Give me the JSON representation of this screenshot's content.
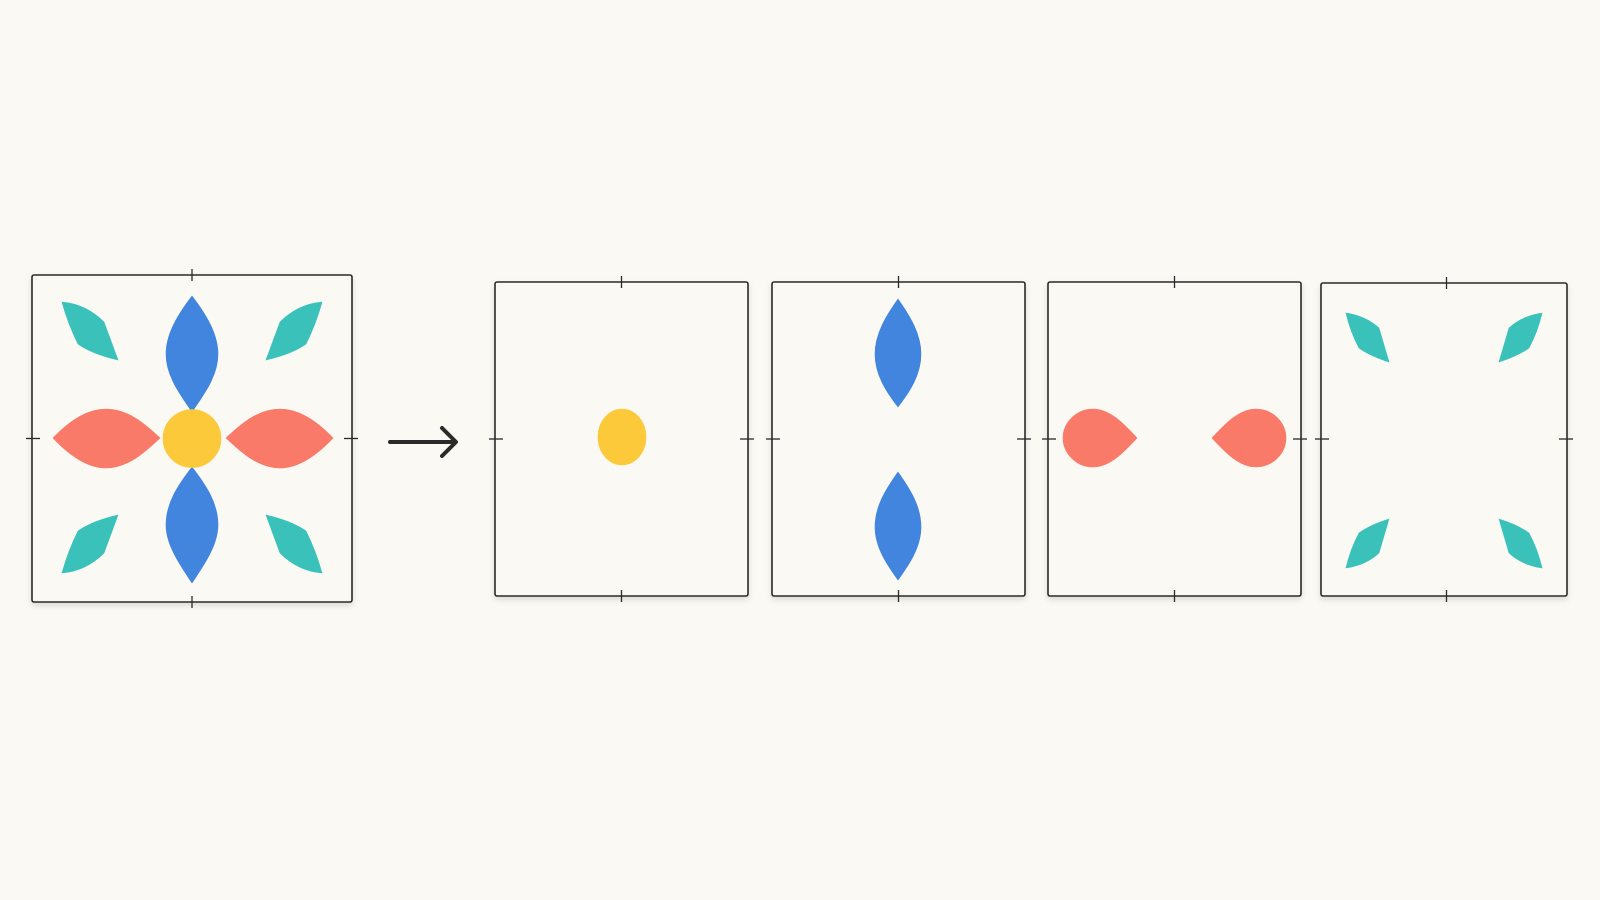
{
  "colors": {
    "background": "#FBF9F3",
    "frame_stroke": "#2A2A2A",
    "arrow": "#2A2A2A",
    "center_disc": "#FCC93A",
    "vertical_petal": "#4185DE",
    "horizontal_petal": "#FA7A6A",
    "corner_leaf": "#3AC2BA"
  },
  "diagram": {
    "composite": {
      "name": "composite-tile",
      "layers": [
        "center-disc",
        "vertical-petals",
        "horizontal-petals",
        "corner-leaves"
      ]
    },
    "arrow_icon": "right-arrow-icon",
    "decomposed_layers": [
      {
        "name": "layer-center-disc",
        "contains": "center-disc"
      },
      {
        "name": "layer-vertical-petals",
        "contains": "vertical-petals"
      },
      {
        "name": "layer-horizontal-petals",
        "contains": "horizontal-petals"
      },
      {
        "name": "layer-corner-leaves",
        "contains": "corner-leaves"
      }
    ]
  }
}
